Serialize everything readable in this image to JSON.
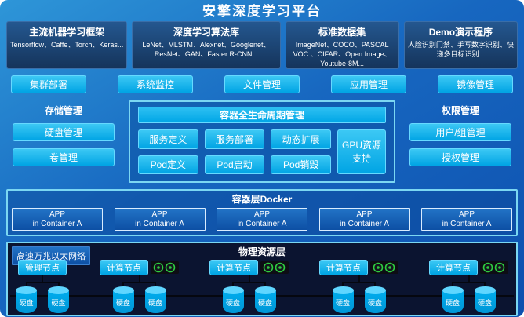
{
  "title": "安擎深度学习平台",
  "colors": {
    "accent_cyan": "#00b0f0",
    "panel_navy": "#16355c",
    "physical_bg": "#0b1430",
    "border_cyan": "#7bd7f2"
  },
  "framework_boxes": [
    {
      "title": "主流机器学习框架",
      "content": "Tensorflow、Caffe、Torch、Keras..."
    },
    {
      "title": "深度学习算法库",
      "content": "LeNet、MLSTM、Alexnet、Googlenet、ResNet、GAN、Faster R-CNN..."
    },
    {
      "title": "标准数据集",
      "content": "ImageNet、COCO、PASCAL VOC 、CIFAR、Open Image、Youtube-8M..."
    },
    {
      "title": "Demo演示程序",
      "content": "人脸识别门禁、手写数字识别、快递多目标识别..."
    }
  ],
  "management_row": [
    {
      "label": "集群部署"
    },
    {
      "label": "系统监控"
    },
    {
      "label": "文件管理"
    },
    {
      "label": "应用管理"
    },
    {
      "label": "镜像管理"
    }
  ],
  "storage": {
    "title": "存储管理",
    "items": [
      {
        "label": "硬盘管理"
      },
      {
        "label": "卷管理"
      }
    ]
  },
  "lifecycle": {
    "title": "容器全生命周期管理",
    "buttons_row1": [
      {
        "label": "服务定义"
      },
      {
        "label": "服务部署"
      },
      {
        "label": "动态扩展"
      }
    ],
    "buttons_row2": [
      {
        "label": "Pod定义"
      },
      {
        "label": "Pod启动"
      },
      {
        "label": "Pod销毁"
      }
    ],
    "gpu_label": "GPU资源支持"
  },
  "permission": {
    "title": "权限管理",
    "items": [
      {
        "label": "用户/组管理"
      },
      {
        "label": "授权管理"
      }
    ]
  },
  "container_layer": {
    "title": "容器层Docker",
    "apps": [
      {
        "line1": "APP",
        "line2": "in Container A"
      },
      {
        "line1": "APP",
        "line2": "in Container A"
      },
      {
        "line1": "APP",
        "line2": "in Container A"
      },
      {
        "line1": "APP",
        "line2": "in Container A"
      },
      {
        "line1": "APP",
        "line2": "in Container A"
      }
    ]
  },
  "physical_layer": {
    "title": "物理资源层",
    "network_label": "高速万兆以太网络",
    "nodes": [
      {
        "label": "管理节点",
        "type": "management"
      },
      {
        "label": "计算节点",
        "type": "compute"
      },
      {
        "label": "计算节点",
        "type": "compute"
      },
      {
        "label": "计算节点",
        "type": "compute"
      },
      {
        "label": "计算节点",
        "type": "compute"
      }
    ],
    "disk_label": "硬盘"
  }
}
